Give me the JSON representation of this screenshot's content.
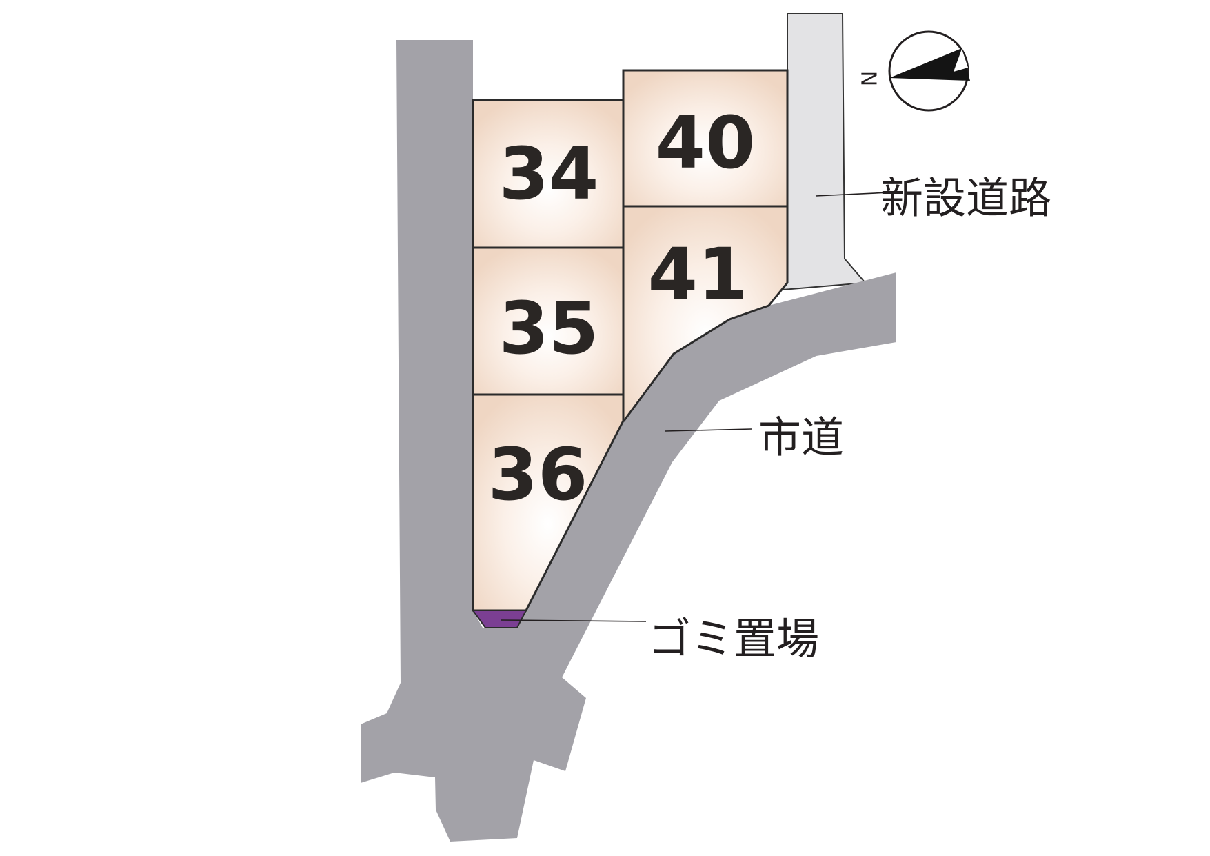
{
  "lots": [
    {
      "id": "34",
      "label": "34"
    },
    {
      "id": "35",
      "label": "35"
    },
    {
      "id": "36",
      "label": "36"
    },
    {
      "id": "40",
      "label": "40"
    },
    {
      "id": "41",
      "label": "41"
    }
  ],
  "labels": {
    "new_road": "新設道路",
    "city_road": "市道",
    "garbage_area": "ゴミ置場"
  },
  "compass": {
    "letter": "N"
  },
  "colors": {
    "road": "#a3a2a8",
    "new_road": "#e3e3e5",
    "lot_center": "#ffffff",
    "lot_edge": "#f0d8c6",
    "garbage_area": "#7b3f93",
    "text": "#231f20"
  }
}
